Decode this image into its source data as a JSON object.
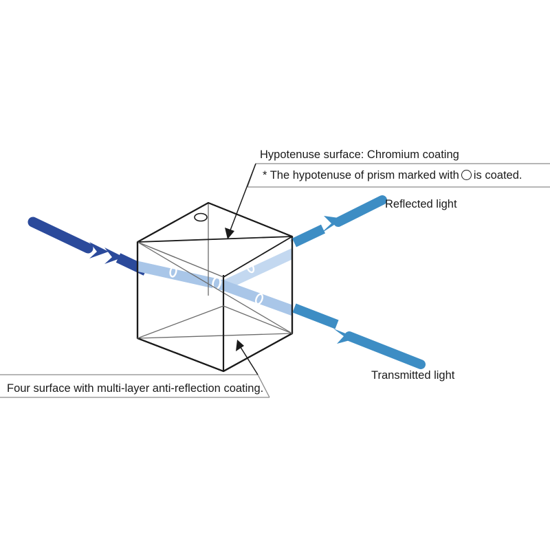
{
  "diagram": {
    "title": "Beamsplitter cube optical path diagram",
    "callouts": {
      "hypotenuse_label": "Hypotenuse surface: Chromium coating",
      "note_prefix": "* The hypotenuse of prism marked with",
      "note_suffix": "is coated.",
      "four_surface_label": "Four surface with multi-layer anti-reflection coating."
    },
    "beams": {
      "incident_label": "",
      "reflected_label": "Reflected light",
      "transmitted_label": "Transmitted light"
    },
    "colors": {
      "incident_beam": "#2b4a9b",
      "output_beam": "#3d8dc4",
      "internal_beam": "#a9c6e8",
      "internal_beam_light": "#c3d8f0",
      "cube_outline": "#1a1a1a",
      "cube_inner_line": "#6b6b6b",
      "callout_border": "#8a8a8a",
      "text": "#1a1a1a",
      "background": "#ffffff"
    }
  }
}
